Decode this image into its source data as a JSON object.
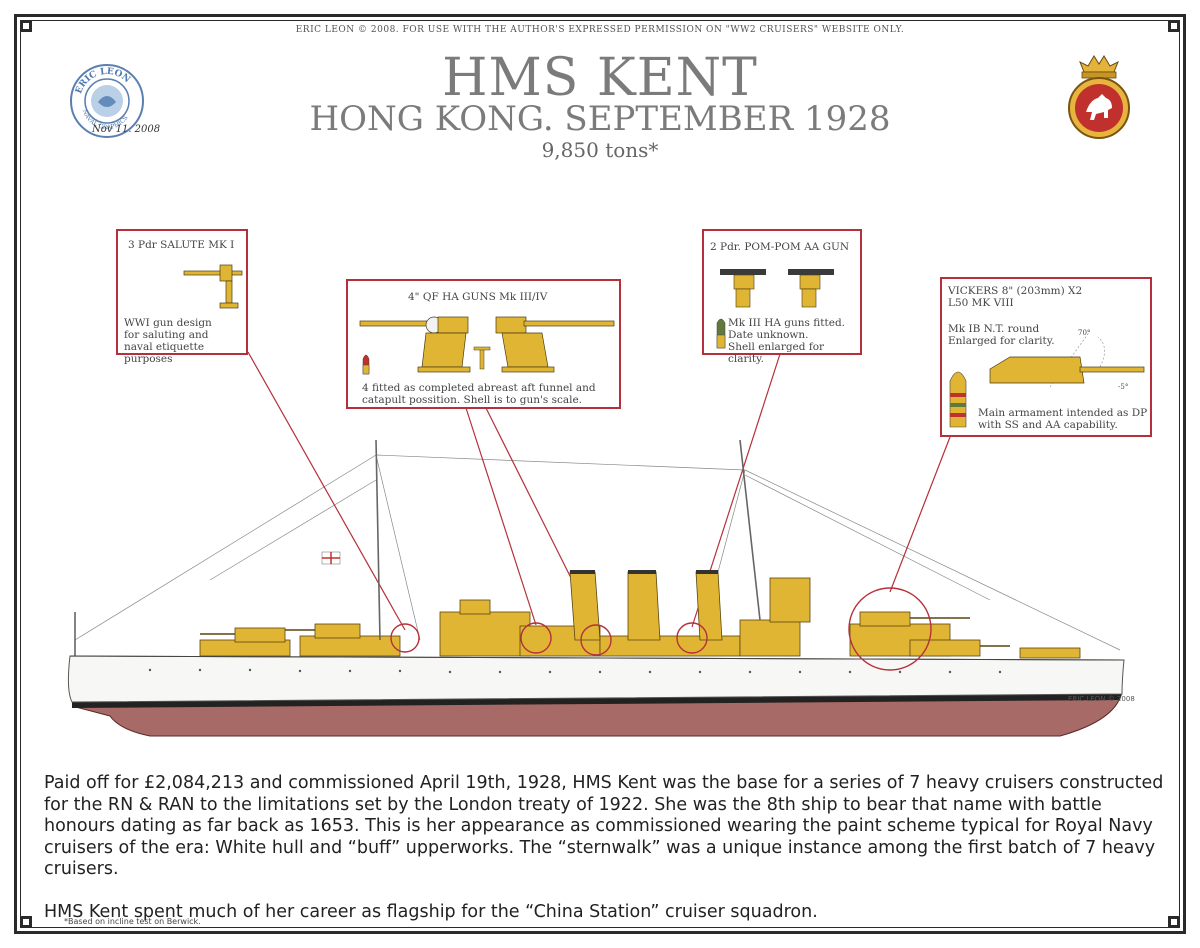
{
  "header": {
    "copyright": "ERIC LEON © 2008. FOR USE WITH THE AUTHOR'S EXPRESSED PERMISSION ON \"WW2 CRUISERS\" WEBSITE ONLY.",
    "title": "HMS KENT",
    "subtitle": "HONG KONG. SEPTEMBER 1928",
    "tonnage": "9,850 tons*"
  },
  "stamp": {
    "text_top": "ERIC LEON",
    "text_bottom": "NAVAL GRAPHICS",
    "date": "Nov 11. 2008"
  },
  "callouts": {
    "salute": {
      "heading": "3 Pdr SALUTE MK I",
      "note": "WWI gun design\nfor saluting and\nnaval etiquette purposes"
    },
    "ha_guns": {
      "heading": "4\" QF HA GUNS  Mk III/IV",
      "note": "4 fitted as completed abreast aft funnel and\ncatapult possition. Shell is to gun's scale."
    },
    "pompom": {
      "heading": "2 Pdr.  POM-POM AA GUN",
      "note": "Mk III HA guns fitted.\nDate unknown.\nShell enlarged for clarity."
    },
    "vickers": {
      "heading": "VICKERS 8\" (203mm) X2\nL50 MK VIII",
      "round": "Mk IB N.T. round\nEnlarged for clarity.",
      "note": "Main armament intended as DP\nwith SS and AA capability.",
      "elevation": "70°",
      "depression": "-5°"
    }
  },
  "ship_mark": "ERIC LEON © 2008",
  "description": {
    "para1": "Paid off for £2,084,213 and commissioned April 19th, 1928, HMS Kent was the base for a series of 7 heavy cruisers constructed for the RN & RAN to the limitations set by the London treaty of 1922. She was the 8th ship to bear that name with battle honours dating as far back as 1653. This is her appearance as commissioned wearing the paint scheme typical for Royal Navy cruisers of the era: White hull and “buff” upperworks.  The “sternwalk” was a unique instance among the first batch of 7 heavy cruisers.",
    "para2": "HMS Kent spent much of her career as flagship for the “China Station” cruiser squadron."
  },
  "footnote": "*Based on incline test on Berwick.",
  "colors": {
    "buff": "#e1b534",
    "hull_white": "#f7f7f5",
    "hull_red": "#a86a66",
    "callout_red": "#b5303a",
    "title_gray": "#7b7b7b"
  }
}
